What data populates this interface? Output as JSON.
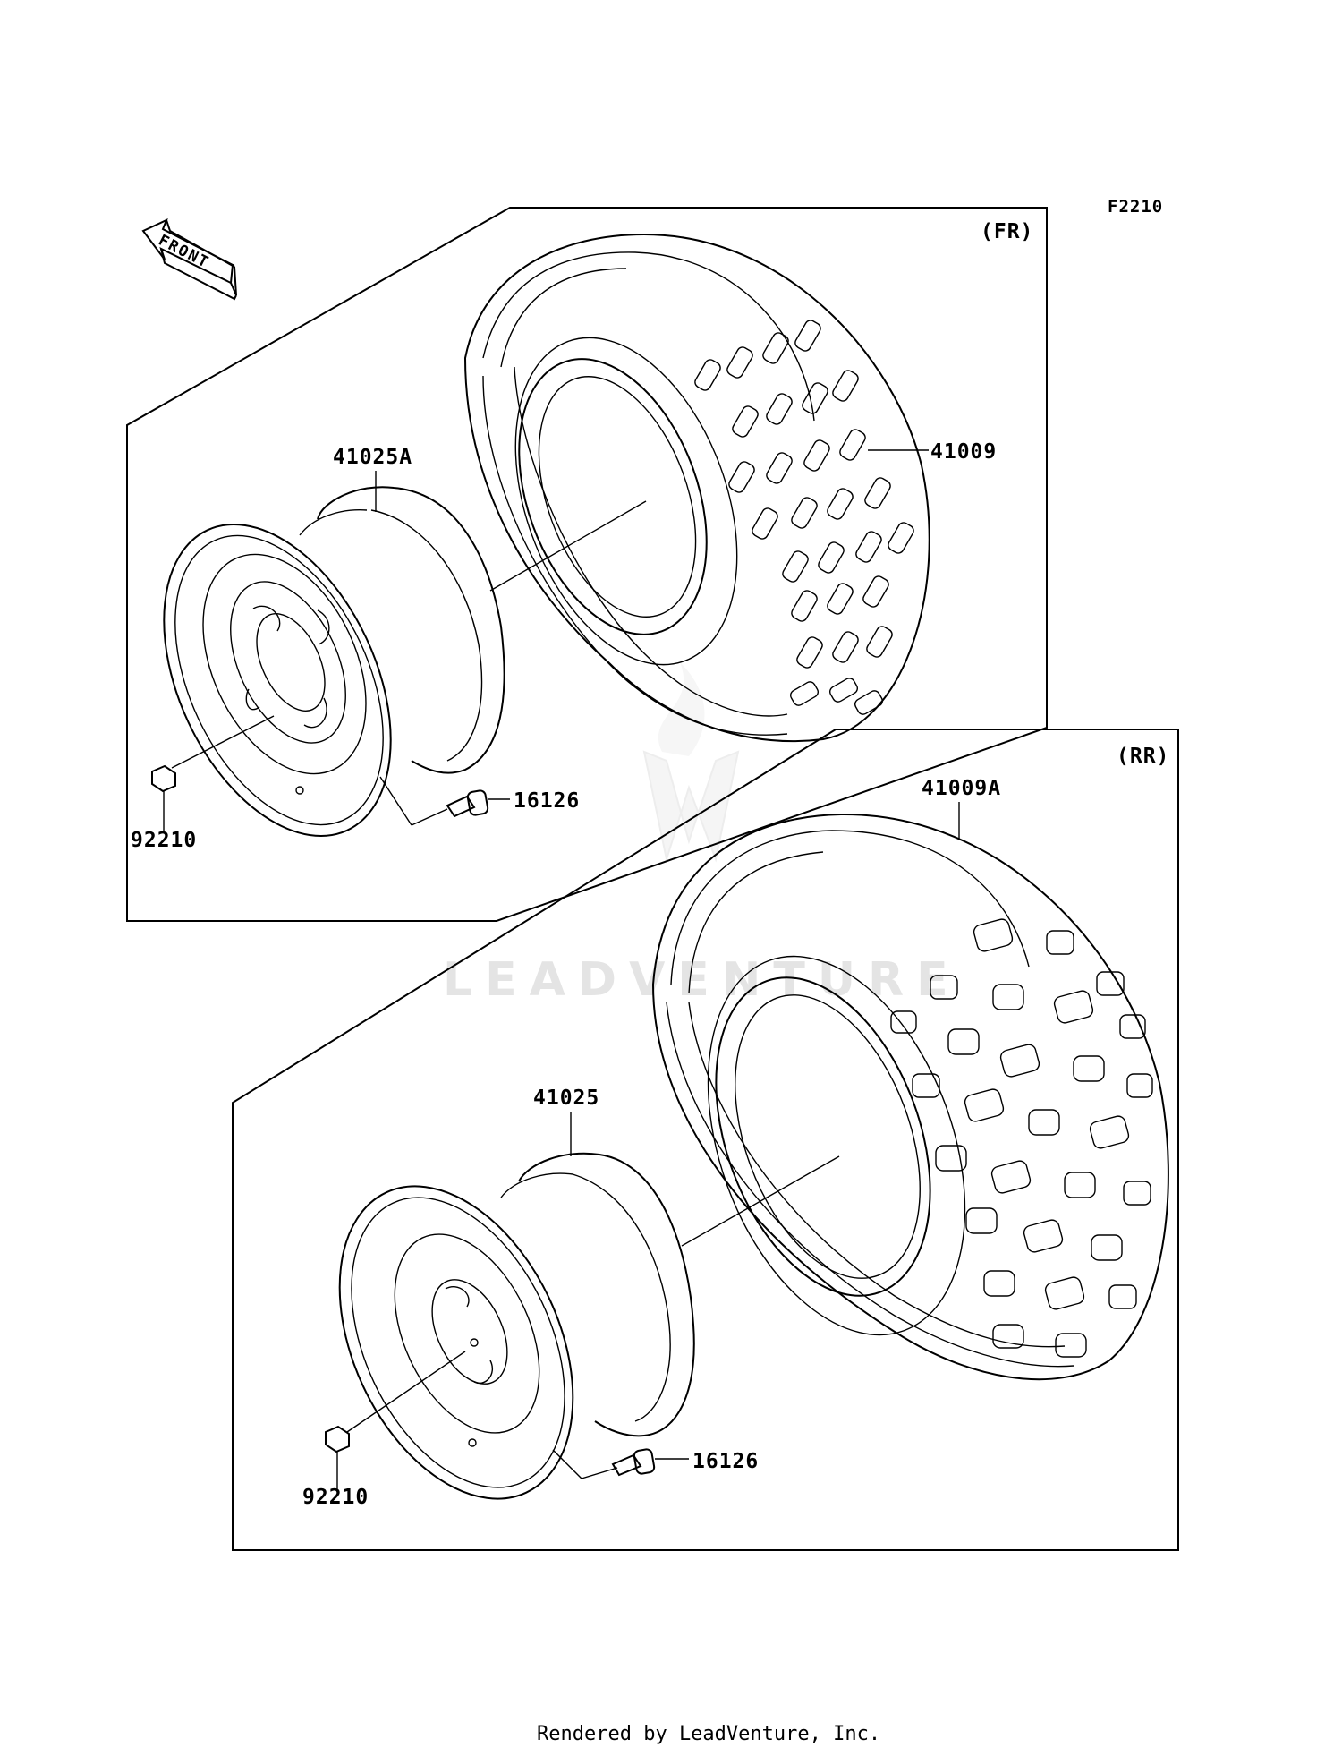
{
  "diagram_code": "F2210",
  "front_arrow_label": "FRONT",
  "watermark": "LEADVENTURE",
  "footer": "Rendered by LeadVenture, Inc.",
  "sections": {
    "front": {
      "label": "(FR)",
      "parts": {
        "tire": "41009",
        "wheel": "41025A",
        "valve": "16126",
        "nut": "92210"
      }
    },
    "rear": {
      "label": "(RR)",
      "parts": {
        "tire": "41009A",
        "wheel": "41025",
        "valve": "16126",
        "nut": "92210"
      }
    }
  }
}
